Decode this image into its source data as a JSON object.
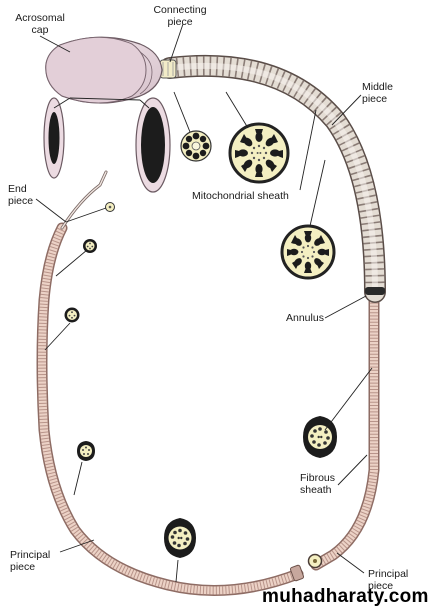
{
  "labels": {
    "acrosomal_cap": "Acrosomal\ncap",
    "connecting_piece": "Connecting\npiece",
    "middle_piece": "Middle\npiece",
    "end_piece": "End\npiece",
    "mitochondrial_sheath": "Mitochondrial sheath",
    "annulus": "Annulus",
    "fibrous_sheath": "Fibrous\nsheath",
    "principal_piece_left": "Principal\npiece",
    "principal_piece_right": "Principal\npiece"
  },
  "watermark": "muhadharaty.com",
  "colors": {
    "tail": "#ecd2c6",
    "tail_stripe": "#b8948a",
    "midpiece": "#e4ddd4",
    "head": "#ecdbe2",
    "cross_section_fill": "#f4efc2",
    "cross_section_dark": "#1c1c1c",
    "leader_line": "#222222"
  }
}
